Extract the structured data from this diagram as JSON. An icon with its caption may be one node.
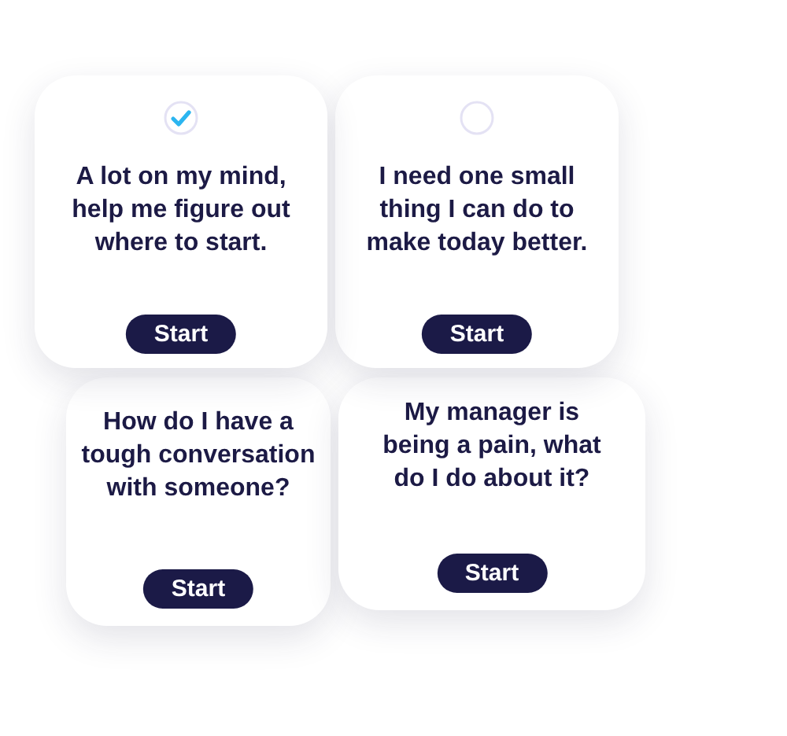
{
  "diagram": {
    "nodes": [
      {
        "text": [
          "A lot on my mind, help me figure out where to start.",
          "Start"
        ]
      },
      {
        "text": [],
        "shape": "check",
        "in": 0
      },
      {
        "text": [
          "I need one small thing I can do to make today better.",
          "Start"
        ]
      },
      {
        "text": [],
        "shape": "circle",
        "in": 2
      },
      {
        "text": [
          "How do I have a tough conversation with someone?",
          "Start"
        ]
      },
      {
        "text": [
          "My manager is being a pain, what do I do about it?",
          "Start"
        ]
      }
    ]
  }
}
